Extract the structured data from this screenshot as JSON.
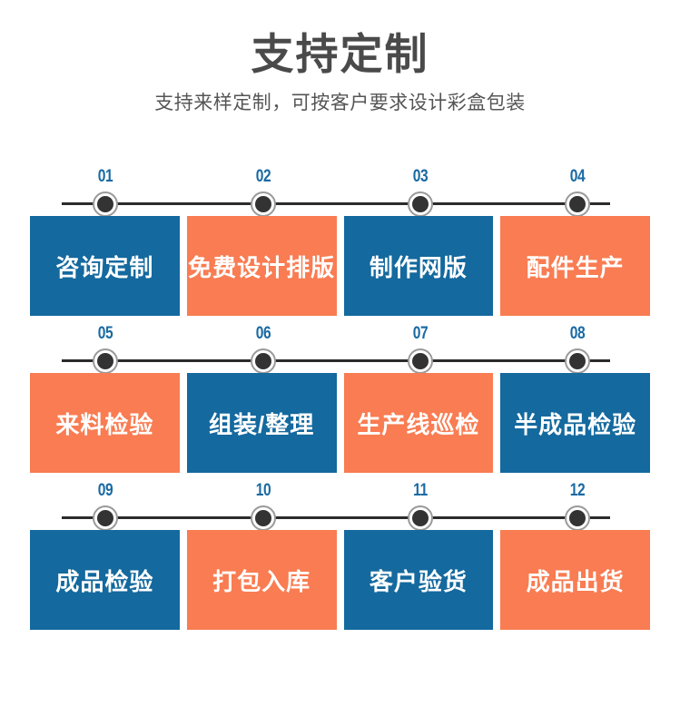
{
  "header": {
    "title": "支持定制",
    "subtitle": "支持来样定制，可按客户要求设计彩盒包装"
  },
  "colors": {
    "blue": "#14699e",
    "orange": "#f97c52",
    "number_blue": "#1a6aa3",
    "line_dark": "#2b2b2b",
    "dot_fill": "#333333",
    "dot_ring": "#9a9a9a",
    "title_gray": "#4a4a4a",
    "subtitle_gray": "#555555",
    "background": "#ffffff"
  },
  "flow": {
    "rows": [
      {
        "nodes": [
          {
            "number": "01",
            "label": "咨询定制",
            "color": "blue"
          },
          {
            "number": "02",
            "label": "免费设计排版",
            "color": "orange"
          },
          {
            "number": "03",
            "label": "制作网版",
            "color": "blue"
          },
          {
            "number": "04",
            "label": "配件生产",
            "color": "orange"
          }
        ]
      },
      {
        "nodes": [
          {
            "number": "05",
            "label": "来料检验",
            "color": "orange"
          },
          {
            "number": "06",
            "label": "组装/整理",
            "color": "blue"
          },
          {
            "number": "07",
            "label": "生产线巡检",
            "color": "orange"
          },
          {
            "number": "08",
            "label": "半成品检验",
            "color": "blue"
          }
        ]
      },
      {
        "nodes": [
          {
            "number": "09",
            "label": "成品检验",
            "color": "blue"
          },
          {
            "number": "10",
            "label": "打包入库",
            "color": "orange"
          },
          {
            "number": "11",
            "label": "客户验货",
            "color": "blue"
          },
          {
            "number": "12",
            "label": "成品出货",
            "color": "orange"
          }
        ]
      }
    ]
  }
}
